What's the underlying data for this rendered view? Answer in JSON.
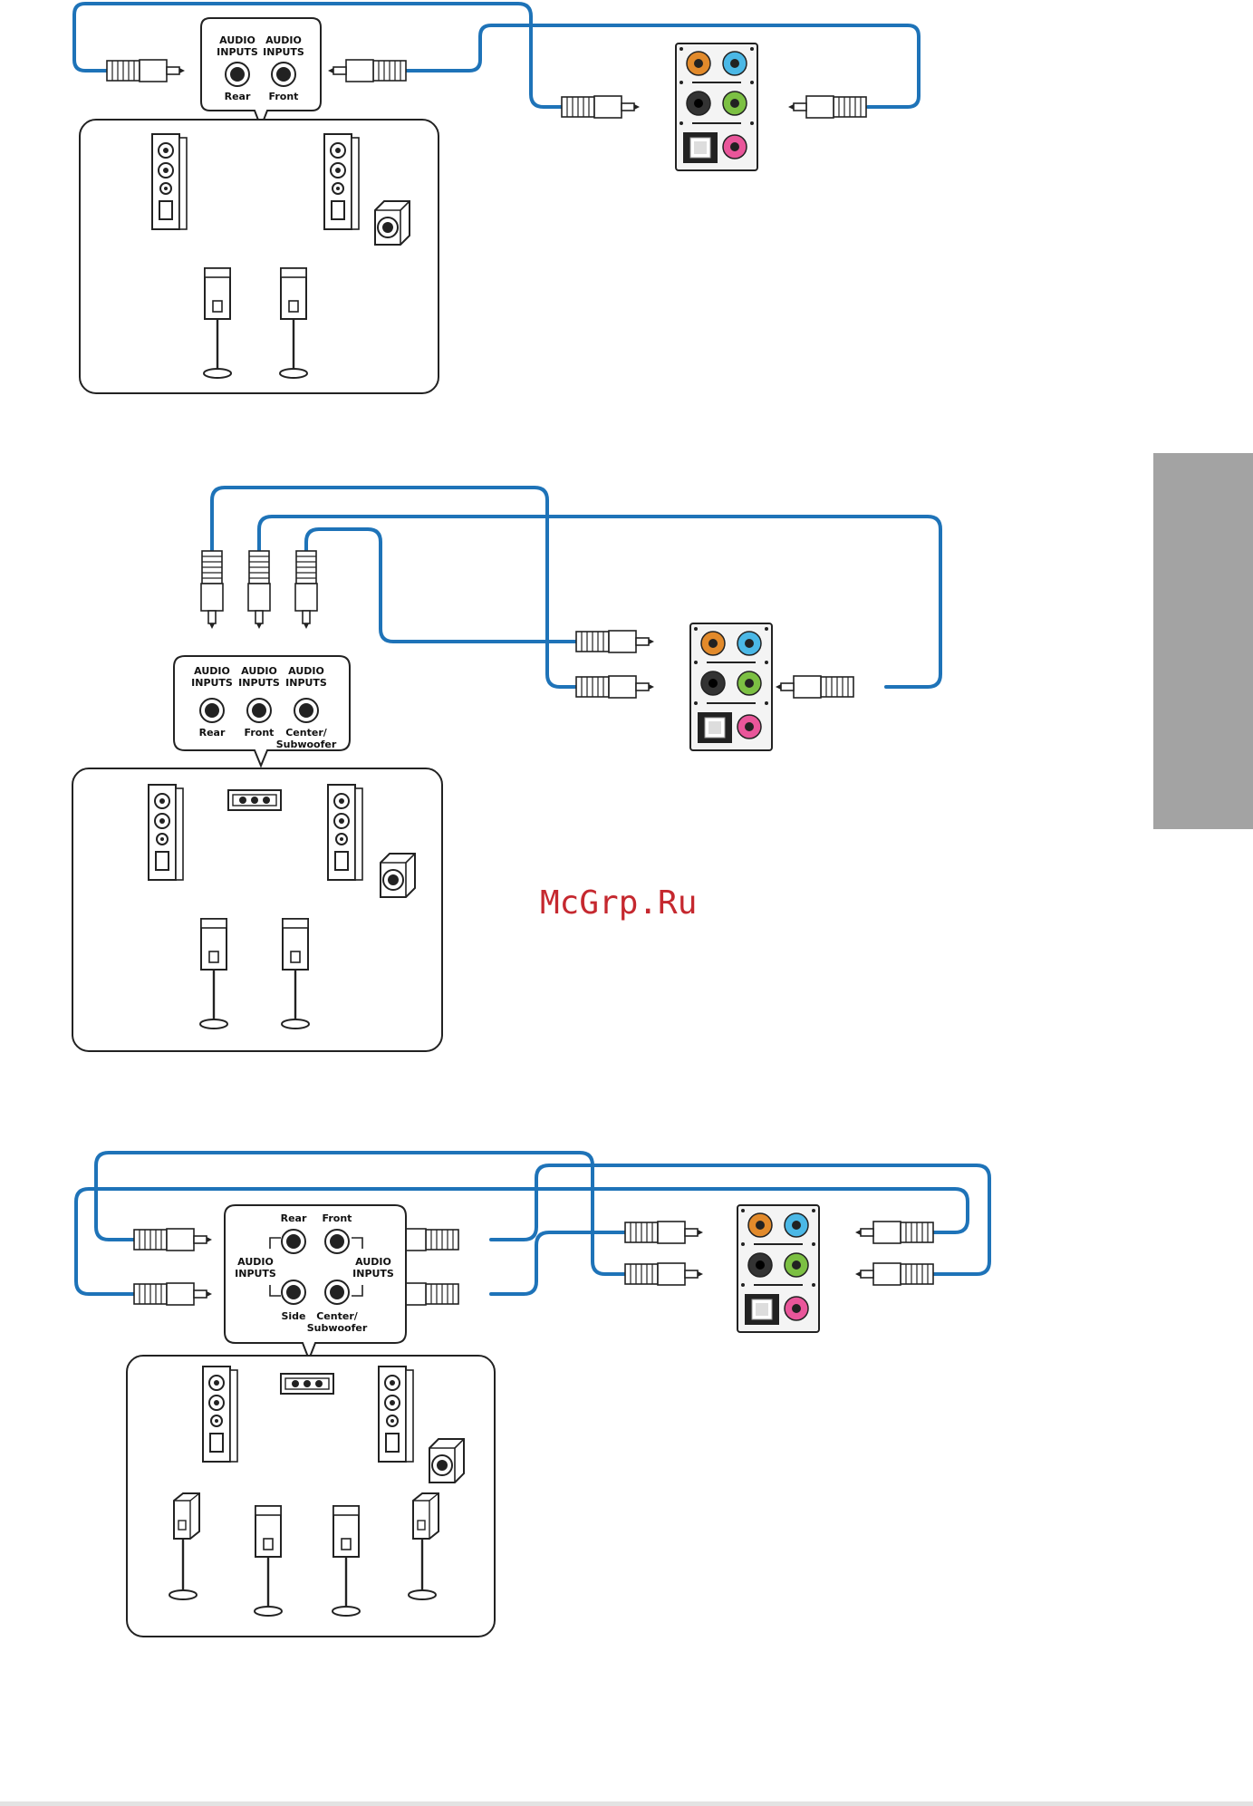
{
  "watermark": "McGrp.Ru",
  "labels": {
    "audio_inputs_line1": "AUDIO",
    "audio_inputs_line2": "INPUTS",
    "rear": "Rear",
    "front": "Front",
    "side": "Side",
    "center": "Center/",
    "subwoofer": "Subwoofer"
  },
  "colors": {
    "cable": "#1e73b8",
    "jack_orange": "#e28a2b",
    "jack_blue": "#4bb8e6",
    "jack_black": "#222222",
    "jack_green": "#7cc043",
    "jack_pink": "#e9569a",
    "side_tab": "#a3a3a3",
    "watermark": "#c5282f"
  },
  "diagrams": [
    {
      "id": "four-channel",
      "input_labels": [
        "Rear",
        "Front"
      ]
    },
    {
      "id": "six-channel",
      "input_labels": [
        "Rear",
        "Front",
        "Center/Subwoofer"
      ]
    },
    {
      "id": "eight-channel",
      "input_labels": [
        "Rear",
        "Front",
        "Side",
        "Center/Subwoofer"
      ]
    }
  ]
}
